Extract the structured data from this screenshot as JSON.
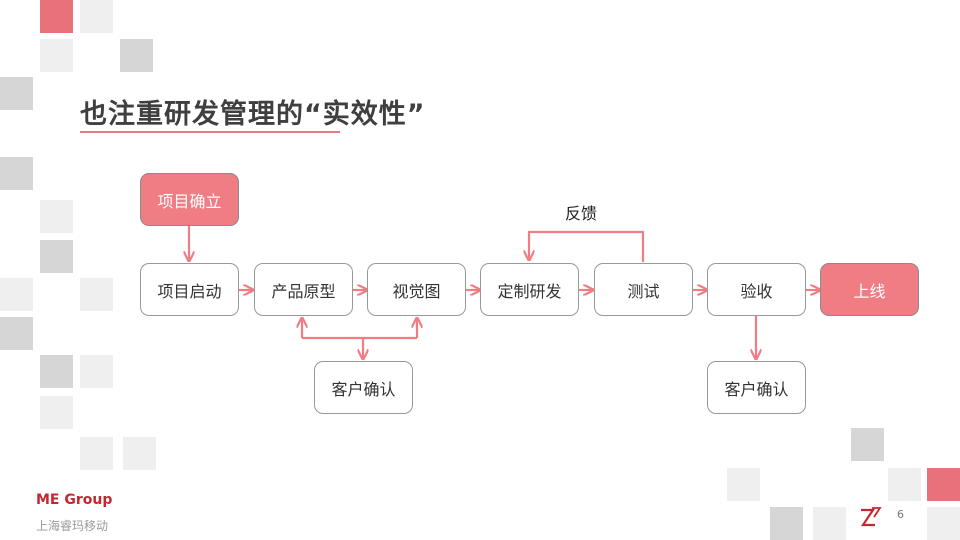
{
  "slide": {
    "title": "也注重研发管理的“实效性”",
    "page_number": "6"
  },
  "flow": {
    "start": "项目确立",
    "steps": [
      "项目启动",
      "产品原型",
      "视觉图",
      "定制研发",
      "测试",
      "验收",
      "上线"
    ],
    "confirm_left": "客户确认",
    "confirm_right": "客户确认",
    "feedback": "反馈"
  },
  "footer": {
    "brand": "ME Group",
    "company": "上海睿玛移动"
  },
  "colors": {
    "accent": "#f07c84",
    "arrow": "#f07c84",
    "brand_red": "#c4282f",
    "square_light": "#efefef",
    "square_mid": "#d6d6d6",
    "square_pink": "#e8727c"
  },
  "icons": [
    "company-logo-icon"
  ]
}
